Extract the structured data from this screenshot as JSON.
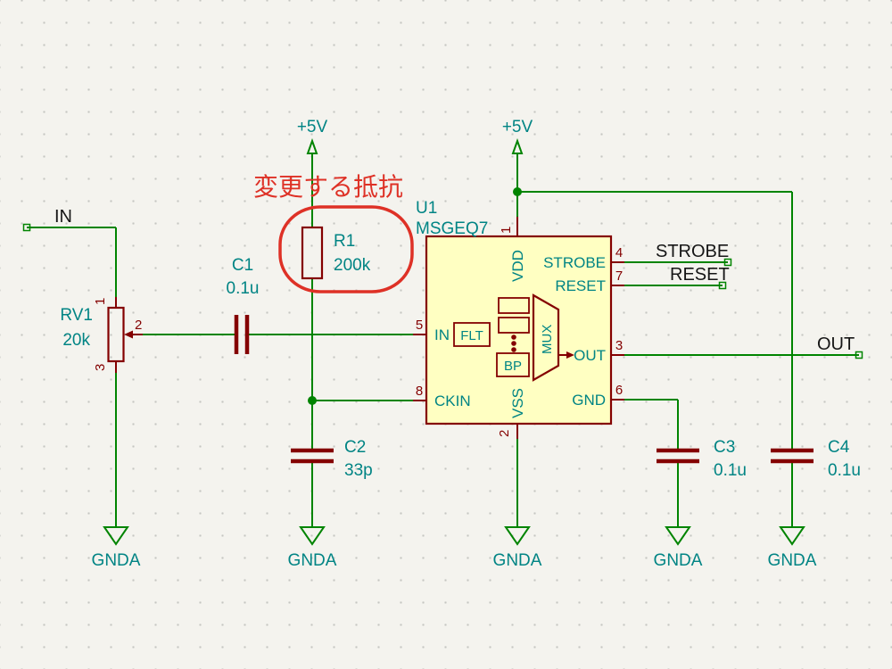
{
  "schematic": {
    "power": {
      "vcc": "+5V",
      "gnd": "GNDA"
    },
    "net_labels": {
      "in": "IN",
      "out": "OUT",
      "strobe": "STROBE",
      "reset": "RESET"
    },
    "annotation": {
      "text": "変更する抵抗"
    },
    "components": {
      "rv1": {
        "ref": "RV1",
        "value": "20k",
        "pin1": "1",
        "pin2": "2",
        "pin3": "3"
      },
      "c1": {
        "ref": "C1",
        "value": "0.1u"
      },
      "r1": {
        "ref": "R1",
        "value": "200k"
      },
      "c2": {
        "ref": "C2",
        "value": "33p"
      },
      "c3": {
        "ref": "C3",
        "value": "0.1u"
      },
      "c4": {
        "ref": "C4",
        "value": "0.1u"
      },
      "u1": {
        "ref": "U1",
        "value": "MSGEQ7",
        "pins": {
          "vdd": {
            "num": "1",
            "name": "VDD"
          },
          "vss": {
            "num": "2",
            "name": "VSS"
          },
          "out": {
            "num": "3",
            "name": "OUT"
          },
          "strobe": {
            "num": "4",
            "name": "STROBE"
          },
          "in": {
            "num": "5",
            "name": "IN"
          },
          "gnd": {
            "num": "6",
            "name": "GND"
          },
          "reset": {
            "num": "7",
            "name": "RESET"
          },
          "ckin": {
            "num": "8",
            "name": "CKIN"
          }
        },
        "internal": {
          "flt": "FLT",
          "bp": "BP",
          "mux": "MUX"
        }
      }
    },
    "colors": {
      "wire": "#008400",
      "symbol": "#840000",
      "field": "#008484",
      "net_label": "#161616",
      "ic_fill": "#FFFFC2",
      "annotation": "#DE3126",
      "background": "#F4F3EE"
    }
  }
}
